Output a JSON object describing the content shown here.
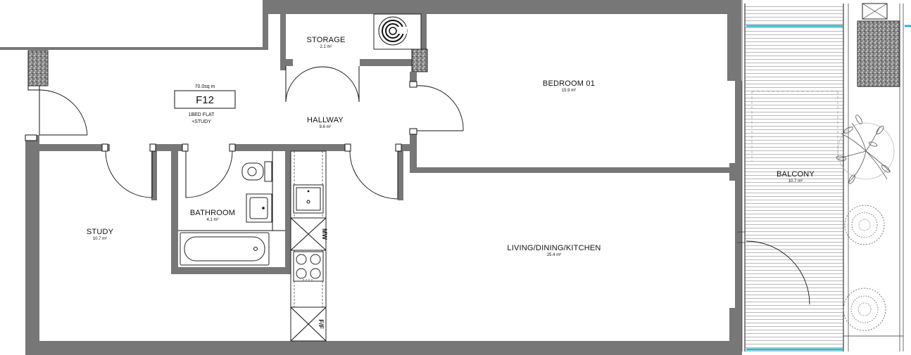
{
  "unit": {
    "area": "70.0sq m",
    "code": "F12",
    "type_line1": "1BED FLAT",
    "type_line2": "+STUDY"
  },
  "rooms": {
    "storage": {
      "label": "STORAGE",
      "area": "2.1 m²"
    },
    "bedroom": {
      "label": "BEDROOM 01",
      "area": "15.9 m²"
    },
    "hallway": {
      "label": "HALLWAY",
      "area": "9.6 m²"
    },
    "bathroom": {
      "label": "BATHROOM",
      "area": "4.1 m²"
    },
    "study": {
      "label": "STUDY",
      "area": "10.7 m²"
    },
    "living": {
      "label": "LIVING/DINING/KITCHEN",
      "area": "25.4 m²"
    },
    "balcony": {
      "label": "BALCONY",
      "area": "10.7 m²"
    }
  },
  "appliances": {
    "microwave": "MW",
    "fridge": "F/F"
  },
  "colors": {
    "wall": "#777777",
    "glass": "#2ab7c9",
    "line": "#111111"
  }
}
